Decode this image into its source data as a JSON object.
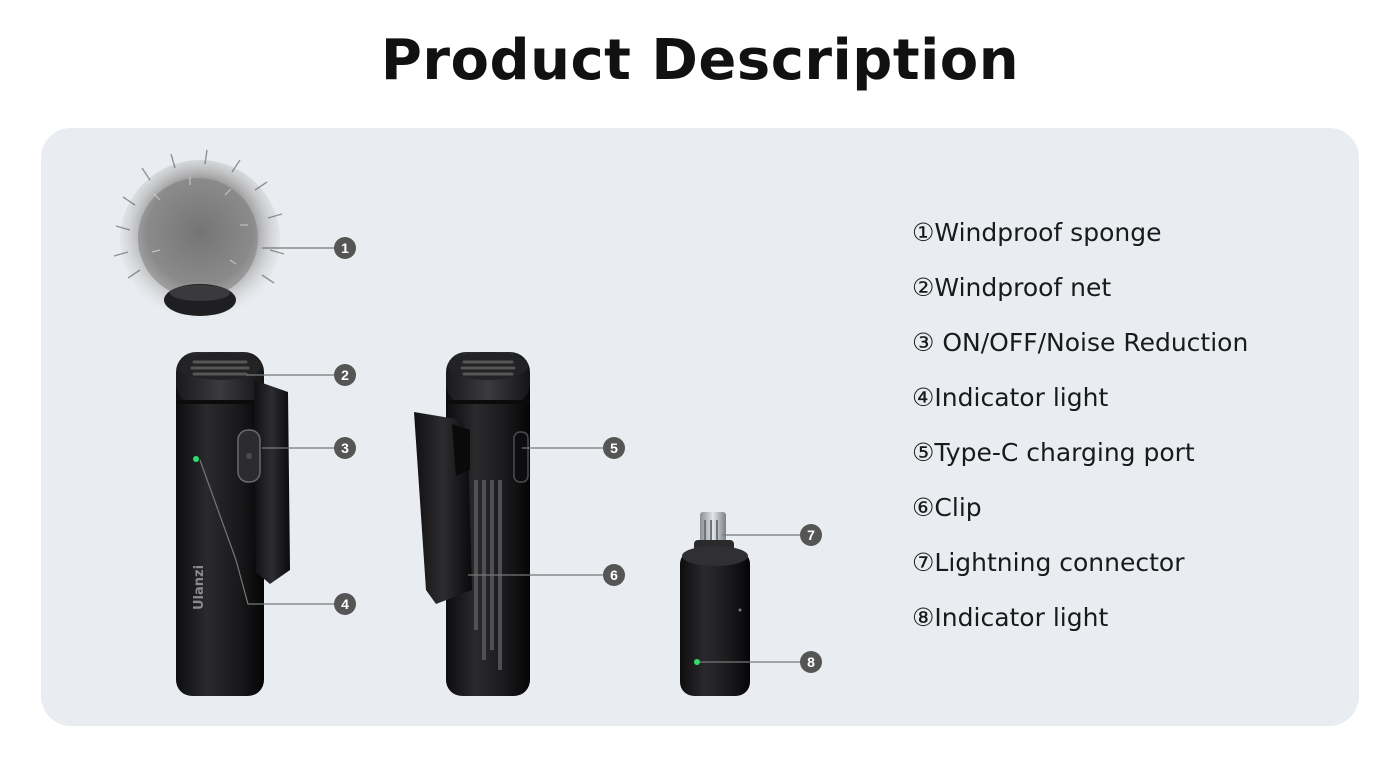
{
  "page": {
    "title": "Product Description"
  },
  "product": {
    "brand": "Ulanzi"
  },
  "callouts": [
    {
      "number": "1"
    },
    {
      "number": "2"
    },
    {
      "number": "3"
    },
    {
      "number": "4"
    },
    {
      "number": "5"
    },
    {
      "number": "6"
    },
    {
      "number": "7"
    },
    {
      "number": "8"
    }
  ],
  "features": [
    {
      "label": "①Windproof sponge"
    },
    {
      "label": "②Windproof net"
    },
    {
      "label": "③ ON/OFF/Noise Reduction"
    },
    {
      "label": "④Indicator light"
    },
    {
      "label": "⑤Type-C charging port"
    },
    {
      "label": "⑥Clip"
    },
    {
      "label": "⑦Lightning connector"
    },
    {
      "label": "⑧Indicator light"
    }
  ],
  "colors": {
    "panel_background": "#e9ecf1",
    "device_body": "#1c1c1e",
    "callout_badge": "#555555",
    "indicator_green": "#2ee06a"
  }
}
